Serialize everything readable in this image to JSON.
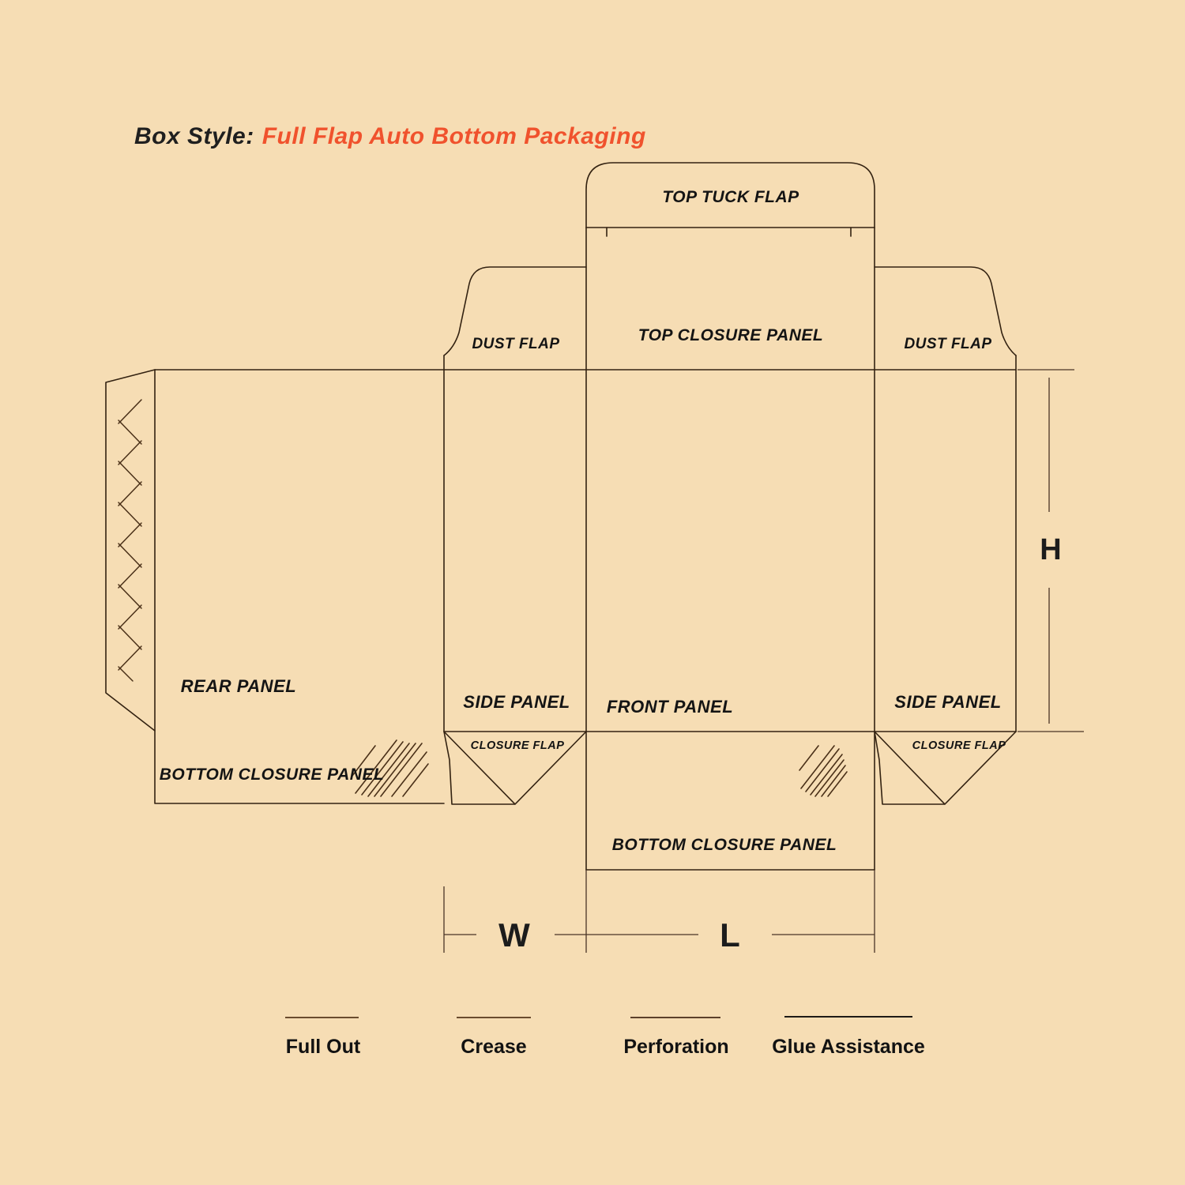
{
  "title": {
    "prefix": "Box Style:",
    "name": "Full Flap Auto Bottom Packaging"
  },
  "colors": {
    "background": "#f6ddb4",
    "outline": "#332211",
    "accent": "#f0522d",
    "label_text": "#141414"
  },
  "panels": {
    "top_tuck_flap": "TOP TUCK FLAP",
    "dust_flap_left": "DUST FLAP",
    "top_closure_panel": "TOP CLOSURE PANEL",
    "dust_flap_right": "DUST FLAP",
    "rear_panel": "REAR PANEL",
    "side_panel_left": "SIDE PANEL",
    "front_panel": "FRONT PANEL",
    "side_panel_right": "SIDE PANEL",
    "closure_flap_left": "CLOSURE FLAP",
    "closure_flap_right": "CLOSURE FLAP",
    "bottom_closure_panel_rear": "BOTTOM CLOSURE PANEL",
    "bottom_closure_panel_front": "BOTTOM CLOSURE PANEL"
  },
  "dimensions": {
    "height": "H",
    "width": "W",
    "length": "L"
  },
  "legend": {
    "items": [
      {
        "label": "Full Out"
      },
      {
        "label": "Crease"
      },
      {
        "label": "Perforation"
      },
      {
        "label": "Glue Assistance"
      }
    ]
  }
}
